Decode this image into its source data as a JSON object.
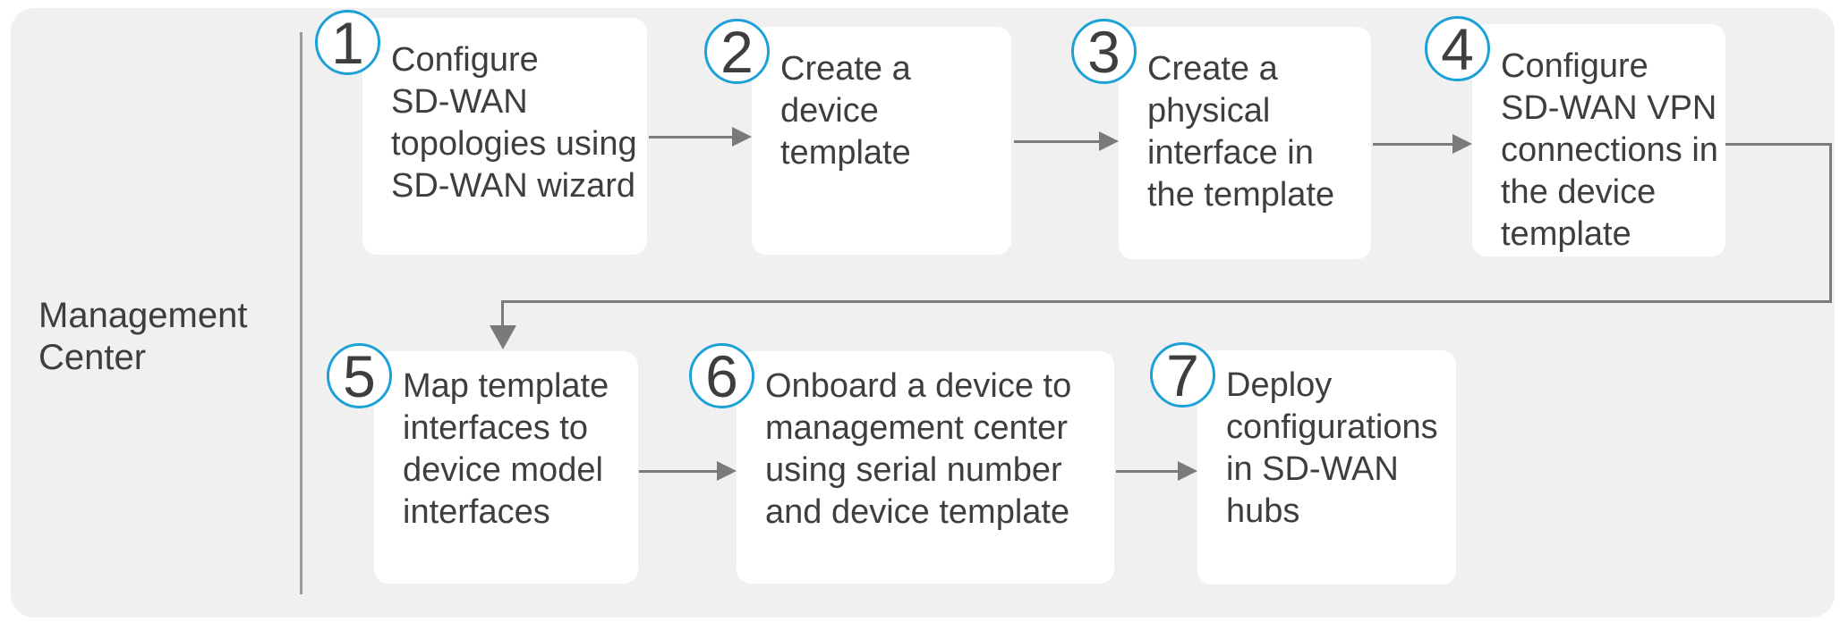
{
  "diagram": {
    "title_label": "Management\nCenter",
    "steps": [
      {
        "number": "1",
        "text": "Configure\nSD-WAN\ntopologies using\nSD-WAN wizard"
      },
      {
        "number": "2",
        "text": "Create a\ndevice\ntemplate"
      },
      {
        "number": "3",
        "text": "Create a\nphysical\ninterface in\nthe template"
      },
      {
        "number": "4",
        "text": "Configure\nSD-WAN VPN\nconnections in\nthe device\ntemplate"
      },
      {
        "number": "5",
        "text": "Map template\ninterfaces to\ndevice model\ninterfaces"
      },
      {
        "number": "6",
        "text": "Onboard a device to\nmanagement center\nusing serial number\nand device template"
      },
      {
        "number": "7",
        "text": "Deploy\nconfigurations\nin SD-WAN\nhubs"
      }
    ],
    "colors": {
      "accent": "#1ba0d7",
      "text": "#3e3e3e",
      "connector": "#7a7a7a",
      "panel_bg": "#f0f0f1",
      "card_bg": "#ffffff",
      "divider": "#9b9b9b"
    }
  }
}
